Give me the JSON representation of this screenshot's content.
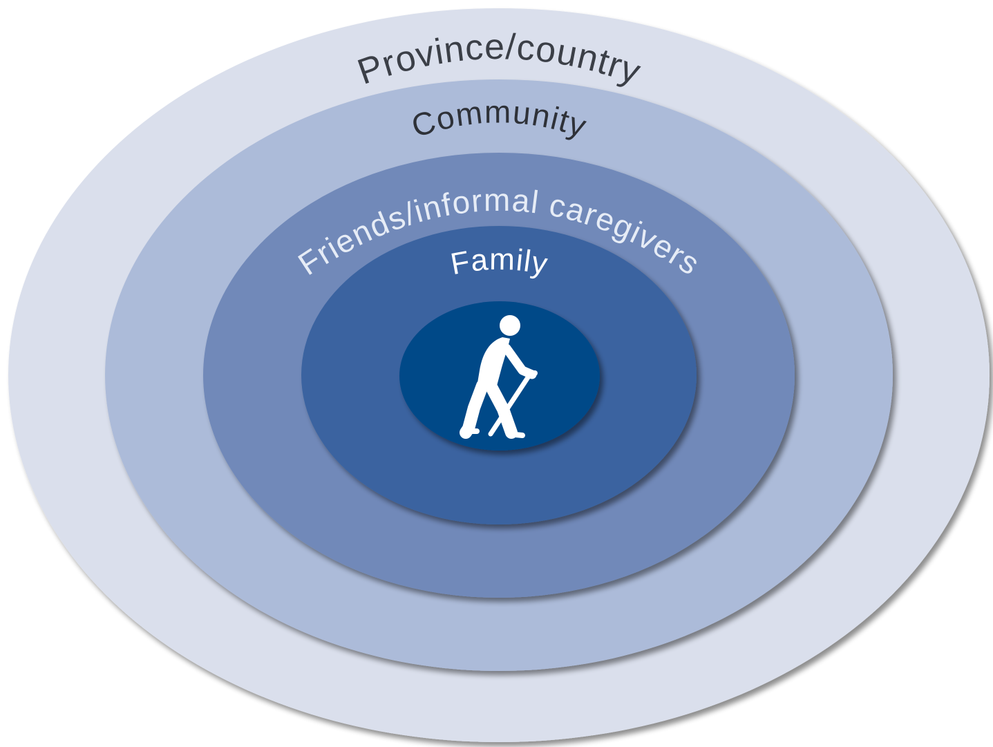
{
  "diagram": {
    "rings": [
      {
        "label": "Province/country",
        "fill": "#DADFEC",
        "text_color": "#3B3F47"
      },
      {
        "label": "Community",
        "fill": "#ACBBD9",
        "text_color": "#2E3138"
      },
      {
        "label": "Friends/informal caregivers",
        "fill": "#7189B9",
        "text_color": "#E6ECF6"
      },
      {
        "label": "Family",
        "fill": "#3A64A0",
        "text_color": "#FFFFFF"
      }
    ],
    "center": {
      "fill": "#024888",
      "icon": "elderly-person-with-cane-icon",
      "icon_color": "#FFFFFF"
    }
  }
}
